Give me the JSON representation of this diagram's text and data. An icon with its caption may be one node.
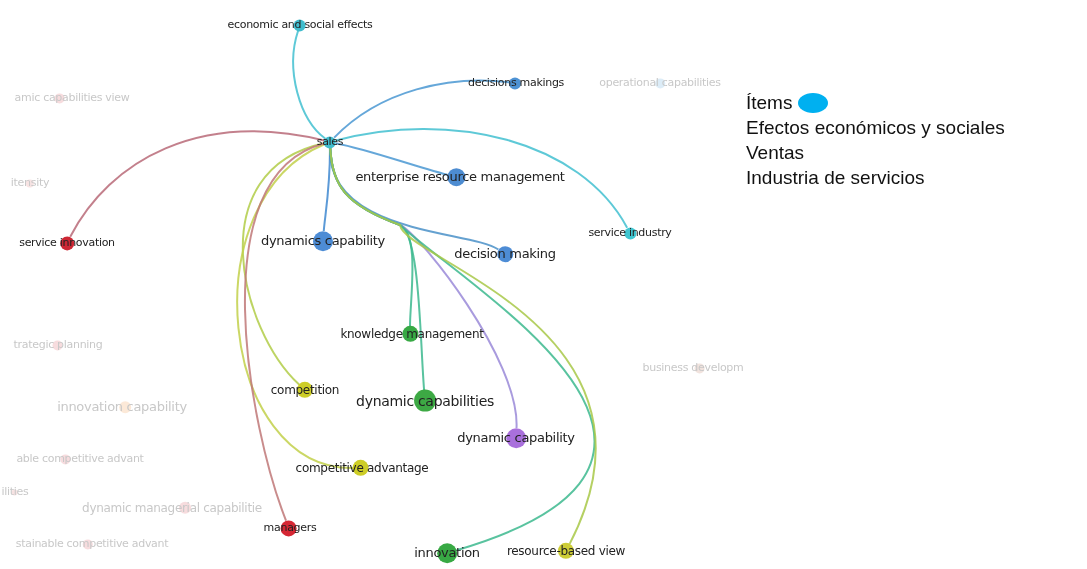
{
  "diagram": {
    "nodes": [
      {
        "text": [
          "economic and social effects"
        ]
      },
      {
        "text": [
          "decisions makings"
        ]
      },
      {
        "text": [
          "operational capabilities"
        ]
      },
      {
        "text": [
          "amic capabilities view"
        ]
      },
      {
        "text": [
          "sales"
        ]
      },
      {
        "text": [
          "enterprise resource management"
        ]
      },
      {
        "text": [
          "itensity"
        ]
      },
      {
        "text": [
          "service industry"
        ]
      },
      {
        "text": [
          "service innovation"
        ]
      },
      {
        "text": [
          "dynamics capability"
        ]
      },
      {
        "text": [
          "decision making"
        ]
      },
      {
        "text": [
          "knowledge management"
        ]
      },
      {
        "text": [
          "trategic planning"
        ]
      },
      {
        "text": [
          "business developm"
        ]
      },
      {
        "text": [
          "competition"
        ]
      },
      {
        "text": [
          "dynamic capabilities"
        ]
      },
      {
        "text": [
          "innovation capability"
        ]
      },
      {
        "text": [
          "dynamic capability"
        ]
      },
      {
        "text": [
          "able competitive advant"
        ]
      },
      {
        "text": [
          "competitive advantage"
        ]
      },
      {
        "text": [
          "ilities"
        ]
      },
      {
        "text": [
          "dynamic managerial capabilitie"
        ]
      },
      {
        "text": [
          "managers"
        ]
      },
      {
        "text": [
          "stainable competitive advant"
        ]
      },
      {
        "text": [
          "innovation"
        ]
      },
      {
        "text": [
          "resource-based view"
        ]
      }
    ],
    "edges": [
      {
        "from": 4,
        "to": 0,
        "arrow": "none"
      },
      {
        "from": 4,
        "to": 1,
        "arrow": "none",
        "color": "#4a98d2"
      },
      {
        "from": 4,
        "to": 5,
        "arrow": "none",
        "color": "#4a98d2"
      },
      {
        "from": 4,
        "to": 7,
        "arrow": "none"
      },
      {
        "from": 4,
        "to": 8,
        "arrow": "none",
        "color": "#b86a78"
      },
      {
        "from": 4,
        "to": 9,
        "arrow": "none",
        "color": "#3f88d0"
      },
      {
        "from": 4,
        "to": 10,
        "arrow": "none",
        "color": "#4a90c8"
      },
      {
        "from": 4,
        "to": 11,
        "arrow": "none",
        "color": "#3cb88e"
      },
      {
        "from": 4,
        "to": 14,
        "arrow": "none",
        "color": "#b2cc48"
      },
      {
        "from": 4,
        "to": 15,
        "arrow": "none",
        "color": "#3cb88e"
      },
      {
        "from": 4,
        "to": 17,
        "arrow": "none",
        "color": "#9a8ad8"
      },
      {
        "from": 4,
        "to": 19,
        "arrow": "none",
        "color": "#c2d04a"
      },
      {
        "from": 4,
        "to": 22,
        "arrow": "none",
        "color": "#c07878"
      },
      {
        "from": 4,
        "to": 24,
        "arrow": "none",
        "color": "#3cb88e"
      },
      {
        "from": 4,
        "to": 25,
        "arrow": "none",
        "color": "#a8c848"
      }
    ],
    "labels": [
      "Efectos económicos y sociales",
      "Ventas",
      "Industria de servicios"
    ],
    "legend": [
      {
        "text": "Ítems",
        "color": "#00b0f0"
      }
    ]
  }
}
